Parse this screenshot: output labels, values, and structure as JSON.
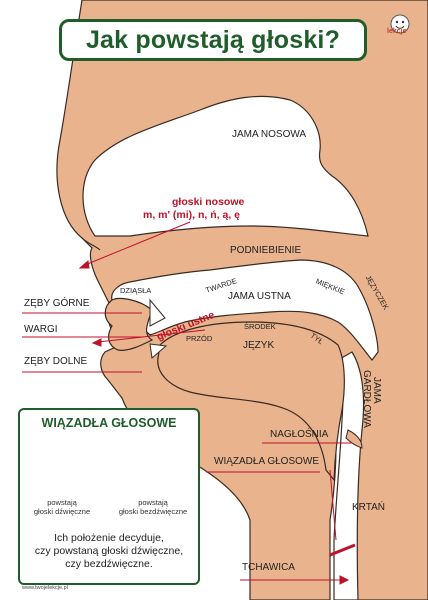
{
  "title": "Jak powstają głoski?",
  "logo": {
    "text": "lekcje",
    "icon": "smiley-face-icon"
  },
  "labels": {
    "jama_nosowa": "JAMA NOSOWA",
    "gloski_nosowe": "głoski nosowe",
    "gloski_nosowe_list": "m, m' (mi), n, ń, ą, ę",
    "podniebienie": "PODNIEBIENIE",
    "dziasla": "DZIĄSŁA",
    "twarde": "TWARDE",
    "miekkie": "MIĘKKIE",
    "jezyczek": "JĘZYCZEK",
    "jama_ustna": "JAMA USTNA",
    "zeby_gorne": "ZĘBY GÓRNE",
    "wargi": "WARGI",
    "zeby_dolne": "ZĘBY DOLNE",
    "gloski_ustne": "głoski ustne",
    "przod": "PRZÓD",
    "srodek": "ŚRODEK",
    "tyl": "TYŁ",
    "jezyk": "JĘZYK",
    "jama_gardlowa_1": "JAMA",
    "jama_gardlowa_2": "GARDŁOWA",
    "naglosnia": "NAGŁOŚNIA",
    "wiazadla_glosowe": "WIĄZADŁA GŁOSOWE",
    "krtan": "KRTAŃ",
    "tchawica": "TCHAWICA"
  },
  "legend": {
    "title": "WIĄZADŁA GŁOSOWE",
    "voiced_caption_1": "powstają",
    "voiced_caption_2": "głoski dźwięczne",
    "voiceless_caption_1": "powstają",
    "voiceless_caption_2": "głoski bezdźwięczne",
    "description_1": "Ich położenie decyduje,",
    "description_2": "czy powstaną głoski dźwięczne,",
    "description_3": "czy bezdźwięczne."
  },
  "footer": "www.twojelekcje.pl",
  "colors": {
    "skin": "#e9b48d",
    "outline": "#3a2a22",
    "green": "#1f5d2b",
    "red": "#c0102a"
  }
}
